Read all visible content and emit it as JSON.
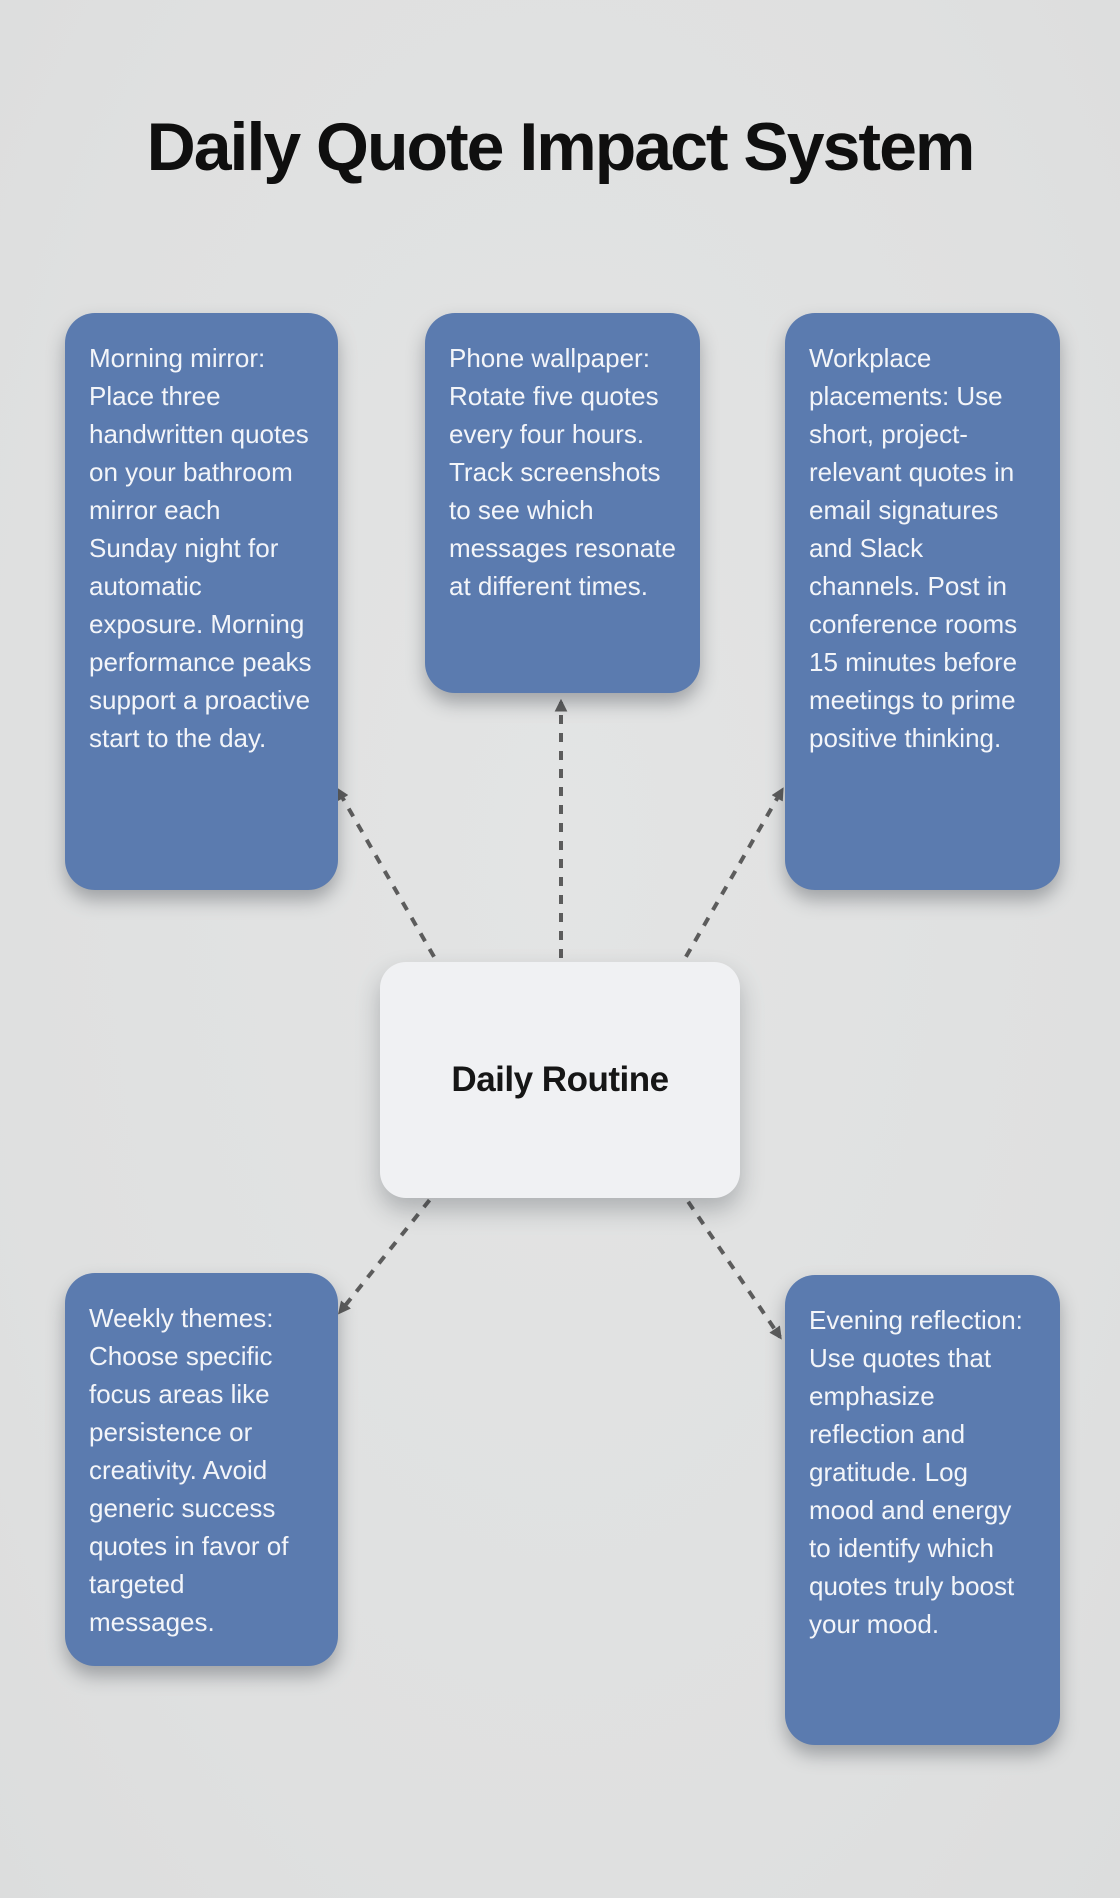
{
  "title": "Daily Quote Impact System",
  "center": {
    "label": "Daily Routine"
  },
  "nodes": [
    {
      "id": "morning-mirror",
      "text": "Morning mirror: Place three handwritten quotes on your bathroom mirror each Sunday night for automatic exposure. Morning performance peaks support a proactive start to the day."
    },
    {
      "id": "phone-wallpaper",
      "text": "Phone wallpaper: Rotate five quotes every four hours. Track screenshots to see which messages resonate at different times."
    },
    {
      "id": "workplace-placements",
      "text": "Workplace placements: Use short, project-relevant quotes in email signatures and Slack channels. Post in conference rooms 15 minutes before meetings to prime positive thinking."
    },
    {
      "id": "weekly-themes",
      "text": "Weekly themes: Choose specific focus areas like persistence or creativity. Avoid generic success quotes in favor of targeted messages."
    },
    {
      "id": "evening-reflection",
      "text": "Evening reflection: Use quotes that emphasize reflection and gratitude. Log mood and energy to identify which quotes truly boost your mood."
    }
  ],
  "colors": {
    "background": "#e0e1e1",
    "node_fill": "#5b7baf",
    "node_text": "#f3f5f9",
    "center_fill": "#f0f1f3",
    "center_text": "#161616",
    "connector": "#5c5c5c",
    "title_text": "#0f0f0f"
  }
}
